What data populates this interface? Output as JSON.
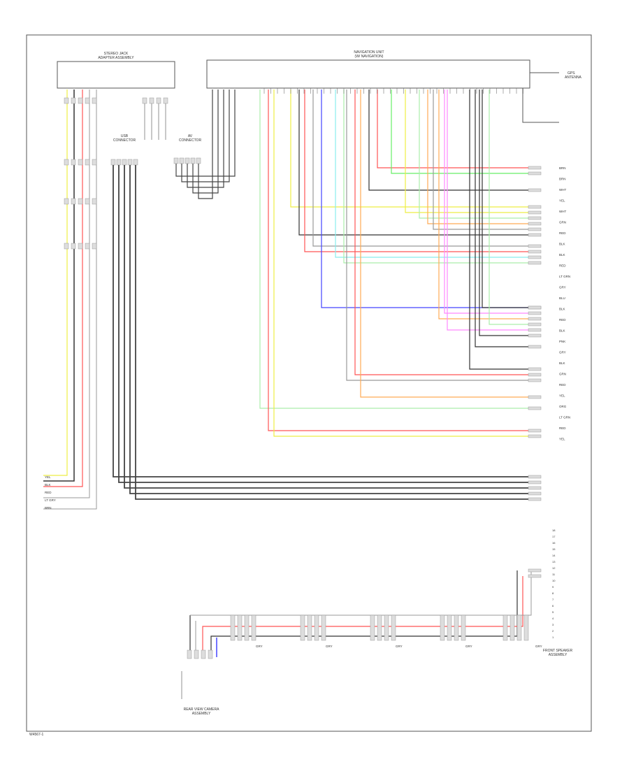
{
  "footer_id": "W4567-1",
  "components": {
    "top_left_header": "STEREO JACK",
    "top_left_sub": "ADAPTER ASSEMBLY",
    "top_right_header": "NAVIGATION UNIT",
    "top_right_sub": "(W/ NAVIGATION)",
    "side_label": "GPS",
    "side_sub": "ANTENNA",
    "left_mid_header": "USB",
    "left_mid_sub": "CONNECTOR",
    "mid_header": "AV",
    "mid_sub": "CONNECTOR",
    "right_bottom_label": "FRONT SPEAKER",
    "right_bottom_sub": "ASSEMBLY",
    "bottom_label": "REAR VIEW CAMERA",
    "bottom_sub": "ASSEMBLY"
  },
  "wire_labels": {
    "right": [
      "BRN",
      "BRN",
      "WHT",
      "YEL",
      "WHT",
      "GRN",
      "RED",
      "BLK",
      "BLK",
      "RED",
      "LT GRN",
      "GRY",
      "BLU",
      "BLK",
      "RED",
      "BLK",
      "PNK",
      "GRY",
      "BLK",
      "GRN",
      "RED",
      "YEL",
      "ORG",
      "LT GRN",
      "RED",
      "YEL"
    ],
    "right_pins": [
      "18",
      "17",
      "16",
      "15",
      "14",
      "13",
      "12",
      "11",
      "10",
      "9",
      "8",
      "7",
      "6",
      "5",
      "4",
      "3",
      "2",
      "1"
    ],
    "left": [
      "YEL",
      "BLK",
      "RED",
      "LT GRY",
      "BRN"
    ],
    "bottom_groups": [
      "GRY",
      "GRY",
      "GRY",
      "GRY",
      "GRY"
    ]
  },
  "colors": {
    "black": "#333333",
    "red": "#ff5555",
    "green": "#66ee66",
    "yellow": "#eeee44",
    "blue": "#4444ff",
    "cyan": "#88eeee",
    "pink": "#ff88ff",
    "orange": "#ffaa55",
    "gray": "#999999",
    "lightgreen": "#aaeeaa"
  }
}
